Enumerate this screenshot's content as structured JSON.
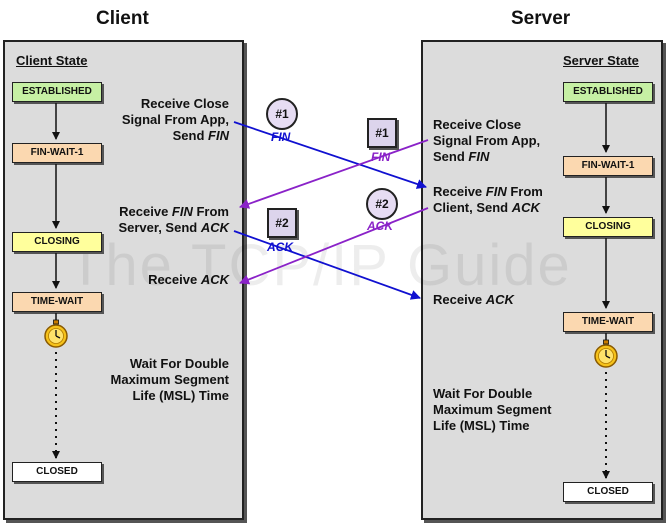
{
  "headers": {
    "client": "Client",
    "server": "Server"
  },
  "client": {
    "title": "Client State",
    "states": {
      "established": "ESTABLISHED",
      "fin_wait_1": "FIN-WAIT-1",
      "closing": "CLOSING",
      "time_wait": "TIME-WAIT",
      "closed": "CLOSED"
    },
    "events": {
      "e1": {
        "a": "Receive Close",
        "b": "Signal From App,",
        "c": "Send ",
        "c_it": "FIN"
      },
      "e2": {
        "a": "Receive ",
        "a_it": "FIN",
        "a2": " From",
        "b": "Server, Send ",
        "b_it": "ACK"
      },
      "e3": {
        "a": "Receive ",
        "a_it": "ACK"
      },
      "e4": {
        "a": "Wait For Double",
        "b": "Maximum Segment",
        "c": "Life (MSL) Time"
      }
    }
  },
  "server": {
    "title": "Server State",
    "states": {
      "established": "ESTABLISHED",
      "fin_wait_1": "FIN-WAIT-1",
      "closing": "CLOSING",
      "time_wait": "TIME-WAIT",
      "closed": "CLOSED"
    },
    "events": {
      "e1": {
        "a": "Receive Close",
        "b": "Signal From App,",
        "c": "Send ",
        "c_it": "FIN"
      },
      "e2": {
        "a": "Receive ",
        "a_it": "FIN",
        "a2": " From",
        "b": "Client, Send ",
        "b_it": "ACK"
      },
      "e3": {
        "a": "Receive ",
        "a_it": "ACK"
      },
      "e4": {
        "a": "Wait For Double",
        "b": "Maximum Segment",
        "c": "Life (MSL) Time"
      }
    }
  },
  "messages": {
    "client_fin": {
      "num": "#1",
      "label": "FIN"
    },
    "client_ack": {
      "num": "#2",
      "label": "ACK"
    },
    "server_fin": {
      "num": "#1",
      "label": "FIN"
    },
    "server_ack": {
      "num": "#2",
      "label": "ACK"
    }
  },
  "watermark": "The TCP/IP Guide",
  "colors": {
    "client_message": "#1010d0",
    "server_message": "#8a22c8"
  },
  "icons": {
    "timer": "stopwatch-icon"
  }
}
